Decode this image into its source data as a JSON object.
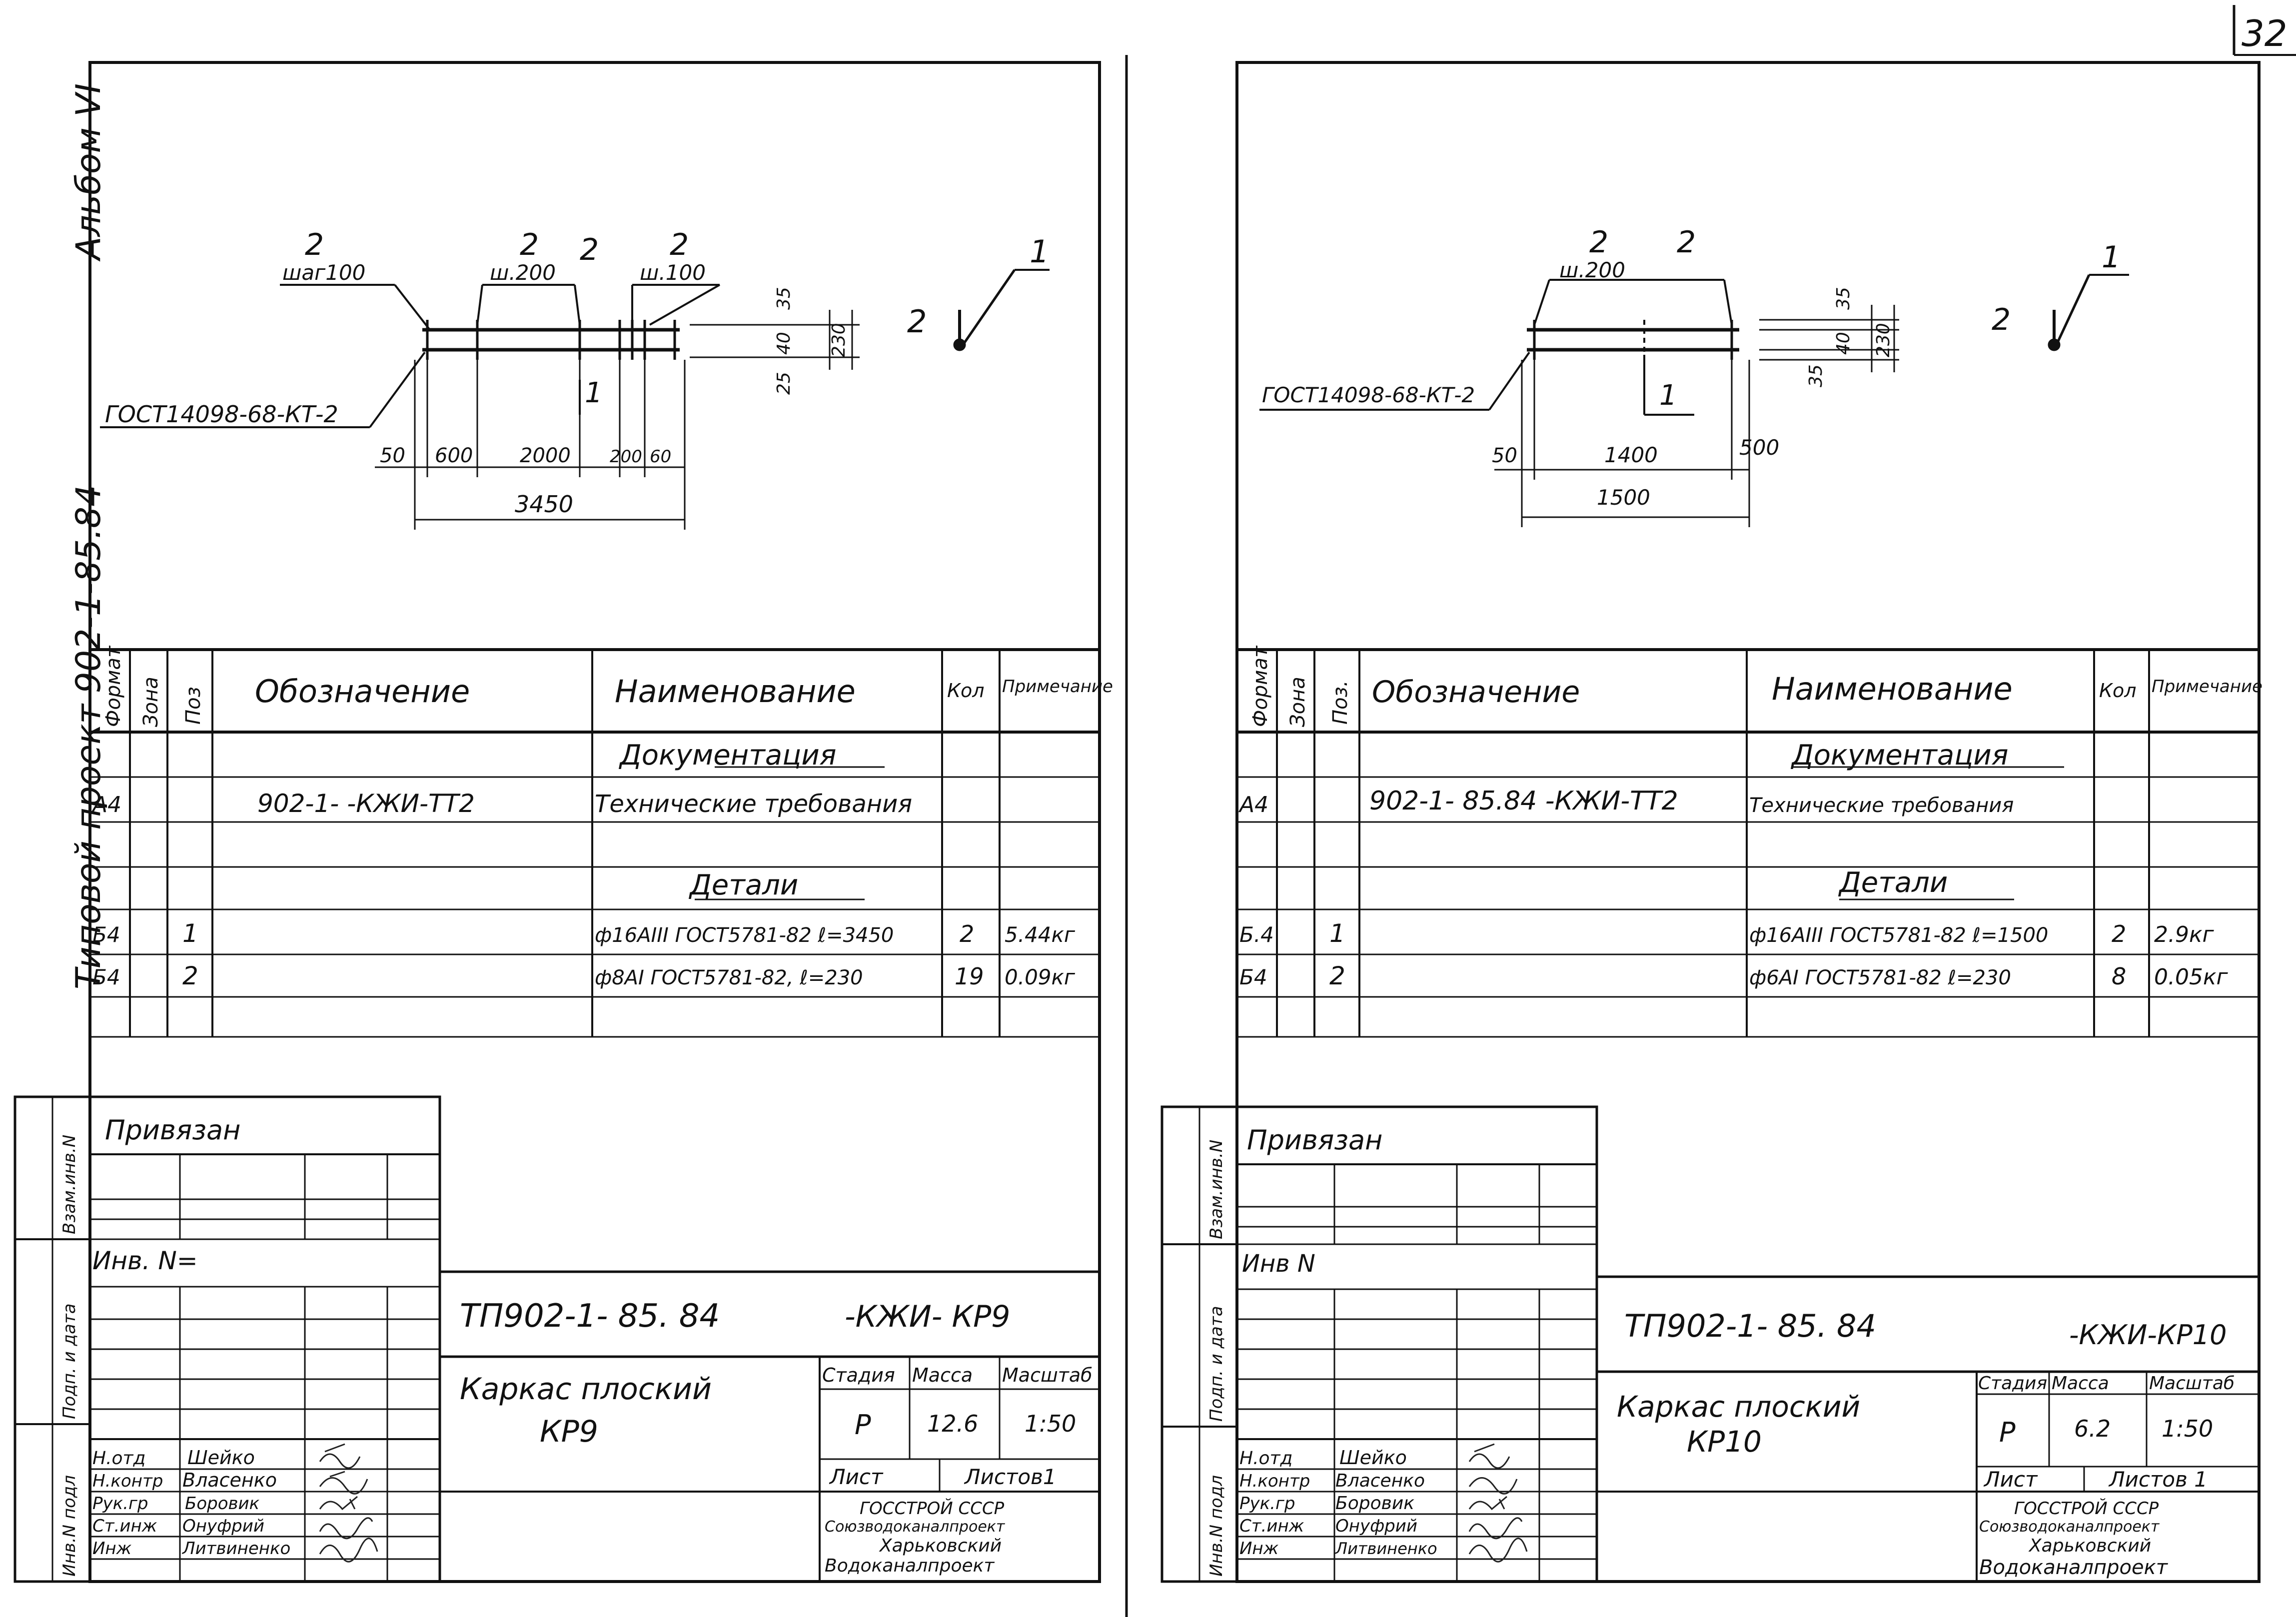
{
  "page_number": "32",
  "side_labels": {
    "album": "Альбом VI",
    "project": "Типовой проект 902-1-85.84",
    "stamp_cols": [
      "Инв.N подл",
      "Подп. и дата",
      "Взам.инв.N"
    ]
  },
  "left": {
    "drawing": {
      "leader_pos": [
        "2",
        "2",
        "2",
        "2"
      ],
      "step_labels": [
        "шаг100",
        "ш.200",
        "ш.100"
      ],
      "gost_label": "ГОСТ14098-68-КТ-2",
      "pos1_label": "1",
      "dims_top": [
        "50",
        "600",
        "2000",
        "200",
        "60"
      ],
      "dim_total": "3450",
      "dims_right": [
        "35",
        "40",
        "25",
        "230"
      ],
      "detail_labels": [
        "2",
        "1"
      ]
    },
    "spec": {
      "headers": [
        "Формат",
        "Зона",
        "Поз",
        "Обозначение",
        "Наименование",
        "Кол",
        "Примечание"
      ],
      "section_doc": "Документация",
      "doc_row": [
        "А4",
        "",
        "",
        "902-1-      -КЖИ-ТТ2",
        "Технические требования",
        "",
        ""
      ],
      "section_det": "Детали",
      "rows": [
        [
          "Б4",
          "",
          "1",
          "",
          "ф16АIII ГОСТ5781-82 ℓ=3450",
          "2",
          "5.44кг"
        ],
        [
          "Б4",
          "",
          "2",
          "",
          "ф8АI ГОСТ5781-82, ℓ=230",
          "19",
          "0.09кг"
        ]
      ]
    },
    "stamp": {
      "privyazan": "Привязан",
      "inv": "Инв. N=",
      "code": "ТП902-1- 85. 84",
      "code_suffix": "-КЖИ- КР9",
      "title": [
        "Каркас плоский",
        "КР9"
      ],
      "stage_headers": [
        "Стадия",
        "Масса",
        "Масштаб"
      ],
      "stage_values": [
        "Р",
        "12.6",
        "1:50"
      ],
      "sheet": "Лист",
      "sheets": "Листов1",
      "org": [
        "ГОССТРОЙ СССР",
        "Союзводоканалпроект",
        "Харьковский",
        "Водоканалпроект"
      ],
      "people": [
        [
          "Н.отд",
          "Шейко"
        ],
        [
          "Н.контр",
          "Власенко"
        ],
        [
          "Рук.гр",
          "Боровик"
        ],
        [
          "Ст.инж",
          "Онуфрий"
        ],
        [
          "Инж",
          "Литвиненко"
        ]
      ]
    }
  },
  "right": {
    "drawing": {
      "leader_pos": [
        "2",
        "2"
      ],
      "step_labels": [
        "ш.200"
      ],
      "gost_label": "ГОСТ14098-68-КТ-2",
      "pos1_label": "1",
      "dims_top": [
        "50",
        "1400",
        "500"
      ],
      "dim_total": "1500",
      "dims_right": [
        "35",
        "40",
        "35",
        "230"
      ],
      "detail_labels": [
        "2",
        "1"
      ]
    },
    "spec": {
      "headers": [
        "Формат",
        "Зона",
        "Поз.",
        "Обозначение",
        "Наименование",
        "Кол",
        "Примечание"
      ],
      "section_doc": "Документация",
      "doc_row": [
        "А4",
        "",
        "",
        "902-1- 85.84 -КЖИ-ТТ2",
        "Технические требования",
        "",
        ""
      ],
      "section_det": "Детали",
      "rows": [
        [
          "Б.4",
          "",
          "1",
          "",
          "ф16АIII ГОСТ5781-82 ℓ=1500",
          "2",
          "2.9кг"
        ],
        [
          "Б4",
          "",
          "2",
          "",
          "ф6АI ГОСТ5781-82 ℓ=230",
          "8",
          "0.05кг"
        ]
      ]
    },
    "stamp": {
      "privyazan": "Привязан",
      "inv": "Инв N",
      "code": "ТП902-1- 85. 84",
      "code_suffix": "-КЖИ-КР10",
      "title": [
        "Каркас плоский",
        "КР10"
      ],
      "stage_headers": [
        "Стадия",
        "Масса",
        "Масштаб"
      ],
      "stage_values": [
        "Р",
        "6.2",
        "1:50"
      ],
      "sheet": "Лист",
      "sheets": "Листов 1",
      "org": [
        "ГОССТРОЙ СССР",
        "Союзводоканалпроект",
        "Харьковский",
        "Водоканалпроект"
      ],
      "people": [
        [
          "Н.отд",
          "Шейко"
        ],
        [
          "Н.контр",
          "Власенко"
        ],
        [
          "Рук.гр",
          "Боровик"
        ],
        [
          "Ст.инж",
          "Онуфрий"
        ],
        [
          "Инж",
          "Литвиненко"
        ]
      ]
    }
  }
}
